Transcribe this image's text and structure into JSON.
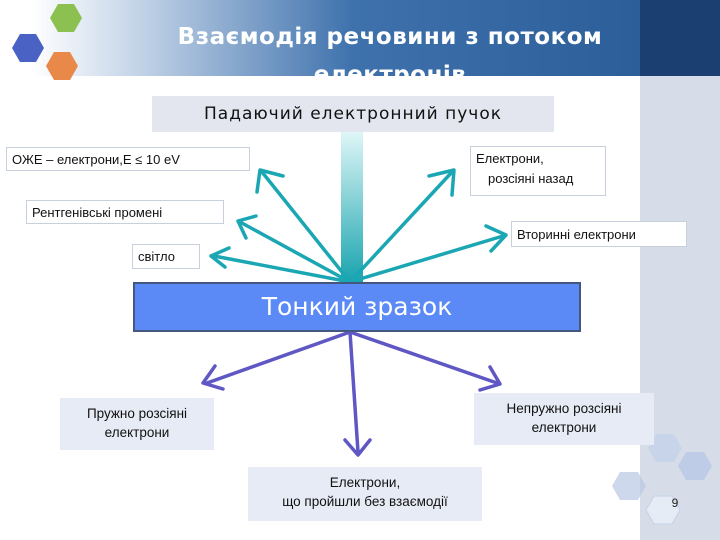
{
  "slide": {
    "title": "Взаємодія речовини з потоком електронів",
    "page_number": "9"
  },
  "diagram": {
    "incident_beam": "Падаючий електронний пучок",
    "sample": "Тонкий зразок",
    "upper_left": [
      "ОЖЕ – електрони,E ≤ 10 eV",
      "Рентгенівські промені",
      "світло"
    ],
    "upper_right": [
      [
        "Електрони,",
        "розсіяні назад"
      ],
      "Вторинні електрони"
    ],
    "lower": {
      "elastic": [
        "Пружно розсіяні",
        "електрони"
      ],
      "transmitted": [
        "Електрони,",
        "що пройшли без взаємодії"
      ],
      "inelastic": [
        "Непружно розсіяні",
        "електрони"
      ]
    }
  },
  "colors": {
    "upper_arrows": "#1aa7b3",
    "lower_arrows": "#5e57c4",
    "beam_top": "#d6f4f6",
    "beam_bottom": "#16a3ad",
    "sample_fill": "#5b8af6",
    "title_bar": "#2c5e9a",
    "hex_green": "#8cc152",
    "hex_blue": "#4a62c4",
    "hex_orange": "#e8894a"
  },
  "icons": {
    "logo": "hexagon-cluster-icon",
    "decoration": "hexagon-outline-icon"
  }
}
